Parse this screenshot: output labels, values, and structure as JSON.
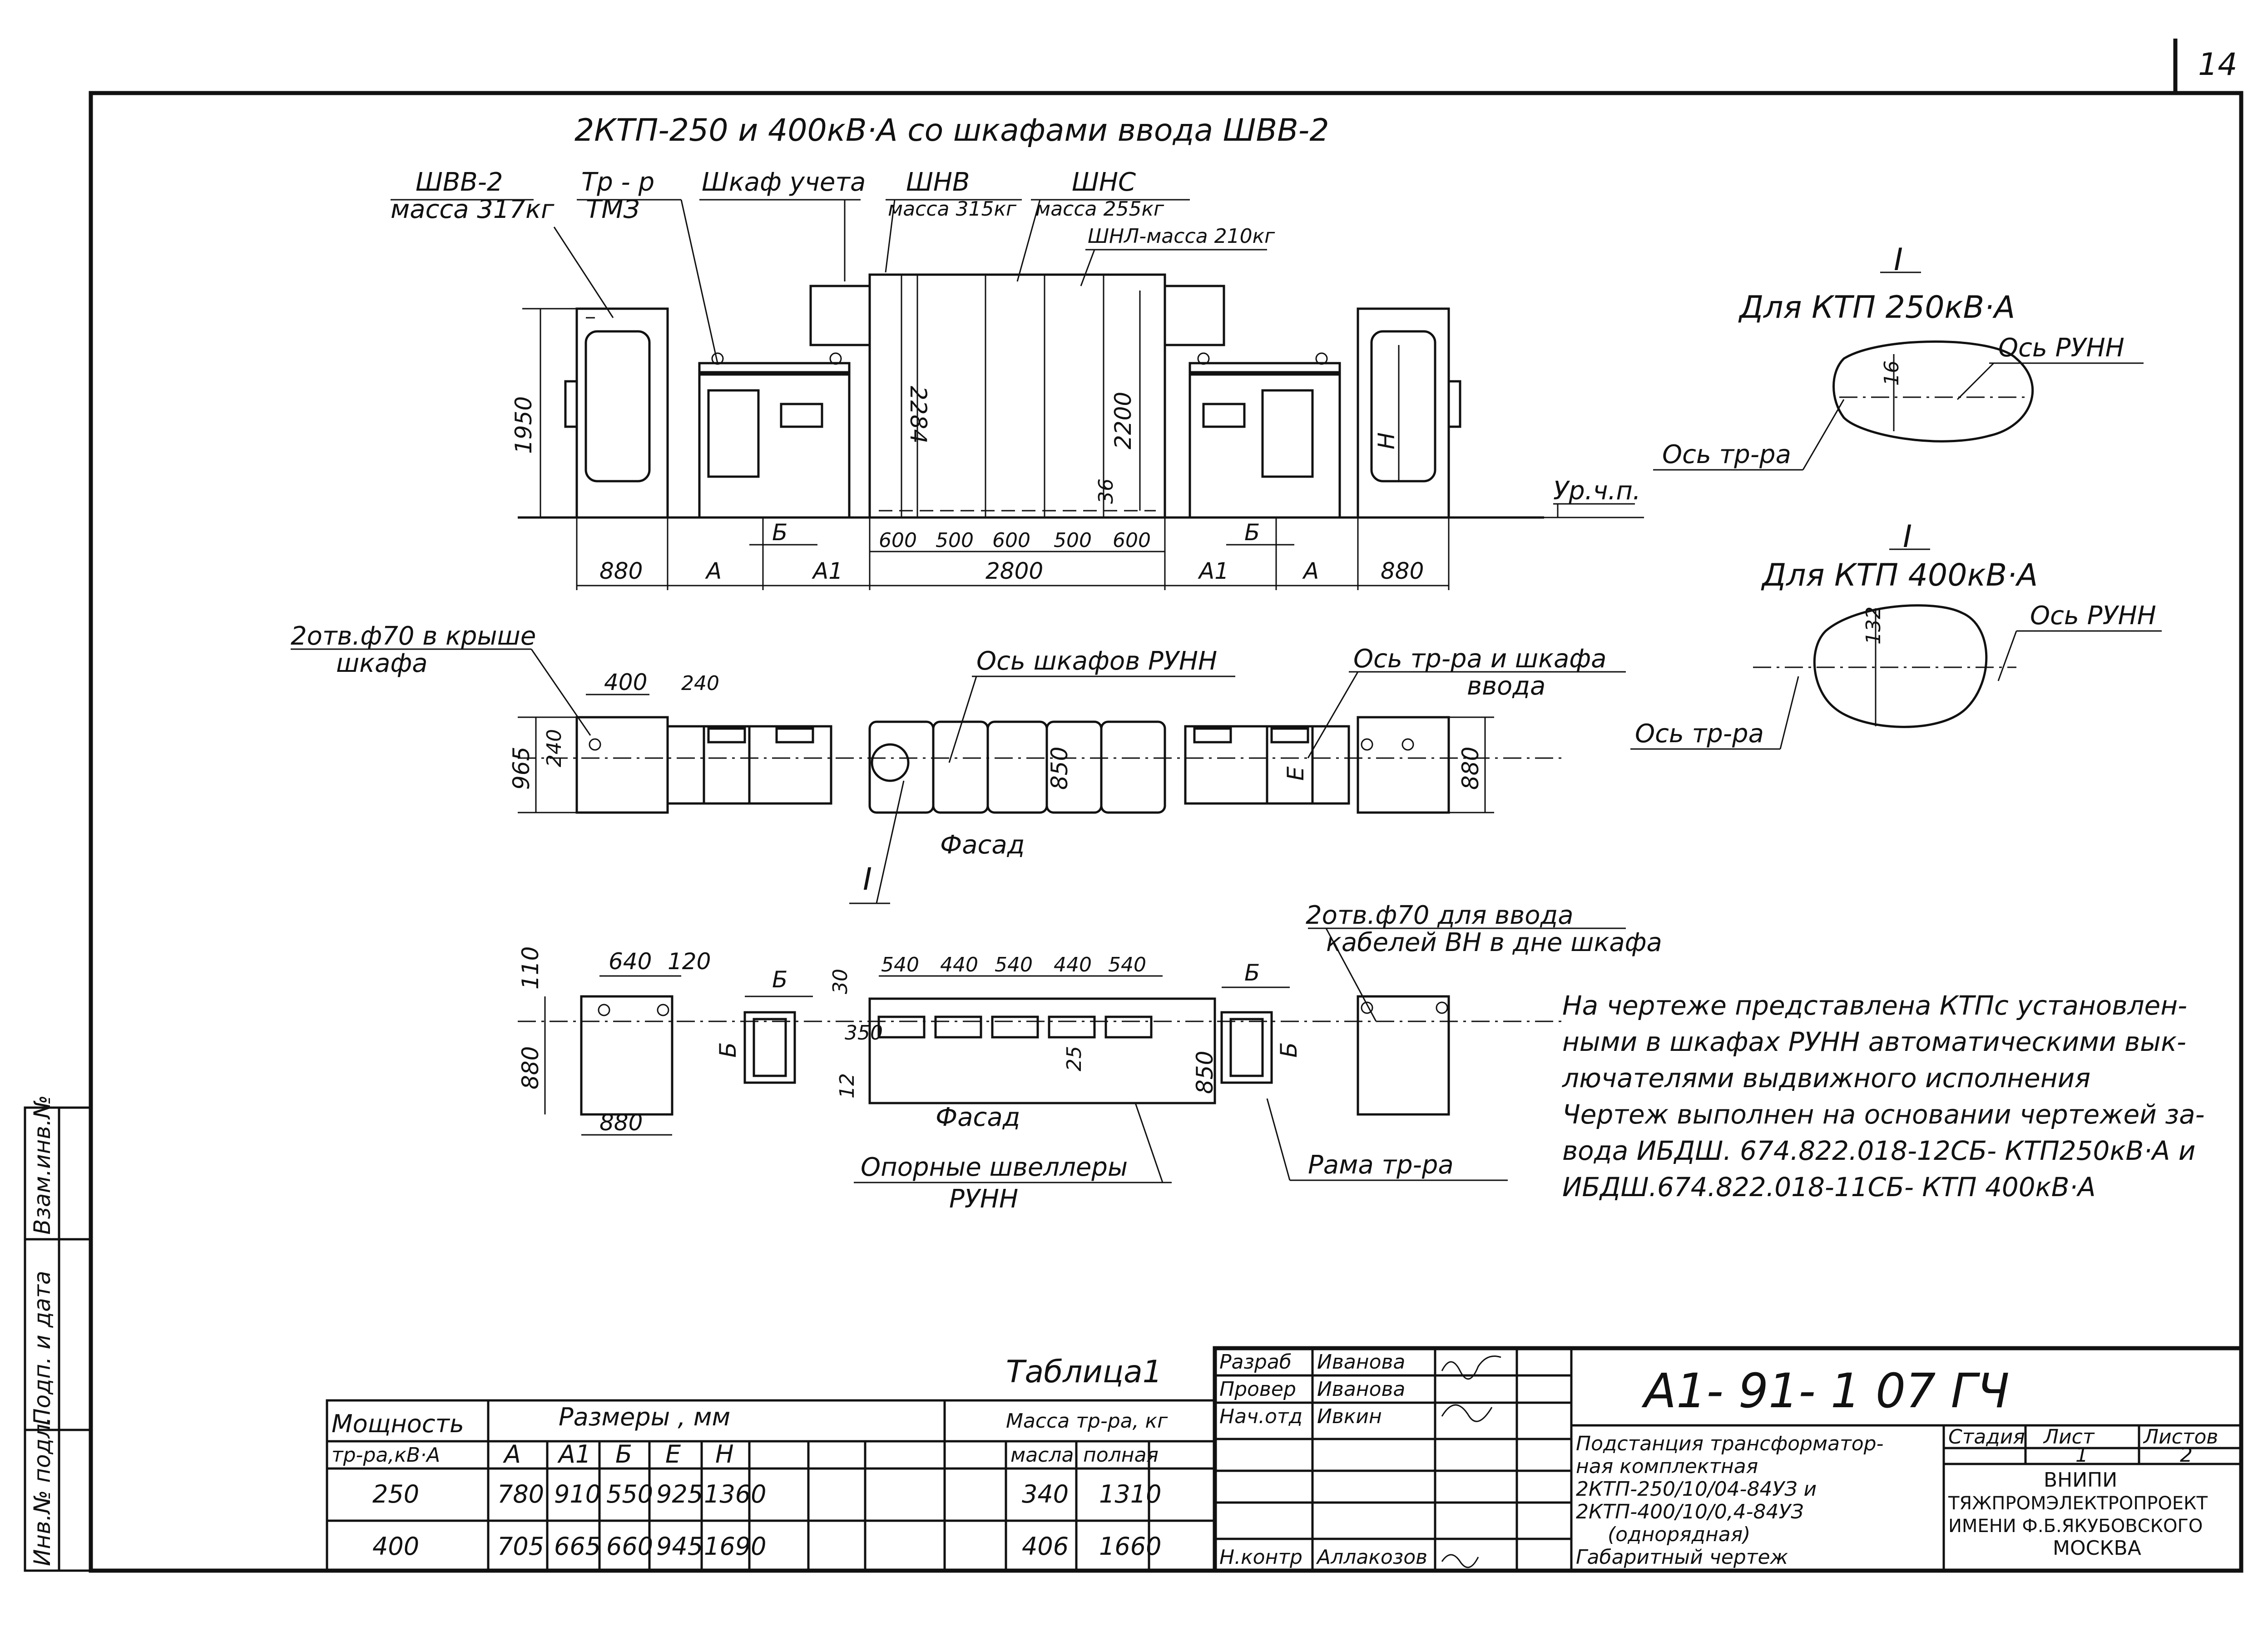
{
  "sheet": {
    "page_number": "14",
    "title": "2КТП-250 и 400кВ·А со шкафами ввода ШВВ-2"
  },
  "front_view": {
    "labels": {
      "svv": "ШВВ-2",
      "svv_mass": "масса 317кг",
      "transformer": "Тр - р",
      "transformer_type": "ТМЗ",
      "meter_cabinet": "Шкаф учета",
      "shnv": "ШНВ",
      "shnv_mass": "масса 315кг",
      "shns": "ШНС",
      "shns_mass": "масса 255кг",
      "shnl_mass": "ШНЛ-масса 210кг",
      "floor_level": "Ур.ч.п."
    },
    "heights": {
      "h1950": "1950",
      "h2284": "2284",
      "h2200": "2200",
      "h36": "36",
      "hH": "Н"
    },
    "dims_bottom": {
      "d880_left": "880",
      "dA_left": "А",
      "dA1_left": "А1",
      "dB_left": "Б",
      "d600a": "600",
      "d500a": "500",
      "d600b": "600",
      "d500b": "500",
      "d600c": "600",
      "d2800": "2800",
      "dA1_right": "А1",
      "dB_right": "Б",
      "dA_right": "А",
      "d880_right": "880"
    }
  },
  "plan_view": {
    "labels": {
      "roof_hole": "2отв.ф70 в крыше",
      "roof_hole2": "шкафа",
      "axis_cabinets": "Ось шкафов РУНН",
      "axis_transformer": "Ось тр-ра и шкафа",
      "axis_transformer2": "ввода",
      "facade": "Фасад",
      "section_mark": "I"
    },
    "dims": {
      "d400": "400",
      "d240a": "240",
      "d240b": "240",
      "d965": "965",
      "d850": "850",
      "dE": "Е",
      "d880": "880"
    }
  },
  "base_view": {
    "labels": {
      "cable_hole": "2отв.ф70 для ввода",
      "cable_hole2": "кабелей ВН в дне шкафа",
      "facade": "Фасад",
      "channels": "Опорные швеллеры",
      "channels2": "РУНН",
      "frame": "Рама тр-ра"
    },
    "dims": {
      "d110": "110",
      "d640": "640",
      "d120": "120",
      "d880v": "880",
      "d880h": "880",
      "dB1": "Б",
      "dB1v": "Б",
      "d30": "30",
      "d350": "350",
      "d12": "12",
      "d540a": "540",
      "d440a": "440",
      "d540b": "540",
      "d440b": "440",
      "d540c": "540",
      "d25": "25",
      "d850": "850",
      "dB2": "Б",
      "dB2v": "Б"
    }
  },
  "sections": {
    "s1": {
      "mark": "I",
      "title": "Для КТП 250кВ·А",
      "axis_runn": "Ось РУНН",
      "axis_tr": "Ось тр-ра",
      "offset": "16"
    },
    "s2": {
      "mark": "I",
      "title": "Для КТП 400кВ·А",
      "axis_runn": "Ось РУНН",
      "axis_tr": "Ось тр-ра",
      "offset": "132"
    }
  },
  "notes": [
    "На чертеже представлена КТПс установлен-",
    "ными в шкафах РУНН автоматическими вык-",
    "лючателями выдвижного исполнения",
    "Чертеж выполнен на основании чертежей за-",
    "вода ИБДШ. 674.822.018-12СБ- КТП250кВ·А и",
    "ИБДШ.674.822.018-11СБ- КТП 400кВ·А"
  ],
  "table": {
    "caption": "Таблица1",
    "head_power": "Мощность",
    "head_power2": "тр-ра,кВ·А",
    "head_dims": "Размеры ,   мм",
    "head_mass": "Масса тр-ра, кг",
    "cols": [
      "А",
      "А1",
      "Б",
      "Е",
      "Н"
    ],
    "mass_cols": [
      "масла",
      "полная"
    ],
    "rows": [
      {
        "power": "250",
        "A": "780",
        "A1": "910",
        "B": "550",
        "E": "925",
        "H": "1360",
        "oil": "340",
        "full": "1310"
      },
      {
        "power": "400",
        "A": "705",
        "A1": "665",
        "B": "660",
        "E": "945",
        "H": "1690",
        "oil": "406",
        "full": "1660"
      }
    ]
  },
  "title_block": {
    "code": "А1- 91- 1 07 ГЧ",
    "roles": [
      "Разраб",
      "Провер",
      "Нач.отд",
      "Н.контр"
    ],
    "names": [
      "Иванова",
      "Иванова",
      "Ивкин",
      "Аллакозов"
    ],
    "description": [
      "Подстанция трансформатор-",
      "ная комплектная",
      "2КТП-250/10/04-84УЗ и",
      "2КТП-400/10/0,4-84УЗ",
      "(однорядная)",
      "Габаритный чертеж"
    ],
    "stage_head": "Стадия",
    "sheet_head": "Лист",
    "sheets_head": "Листов",
    "sheet_num": "1",
    "sheets_total": "2",
    "org": [
      "ВНИПИ",
      "ТЯЖПРОМЭЛЕКТРОПРОЕКТ",
      "ИМЕНИ Ф.Б.ЯКУБОВСКОГО",
      "МОСКВА"
    ]
  },
  "side_stamp": [
    "Инв.№ подл.",
    "Подп. и дата",
    "Взам.инв.№"
  ]
}
